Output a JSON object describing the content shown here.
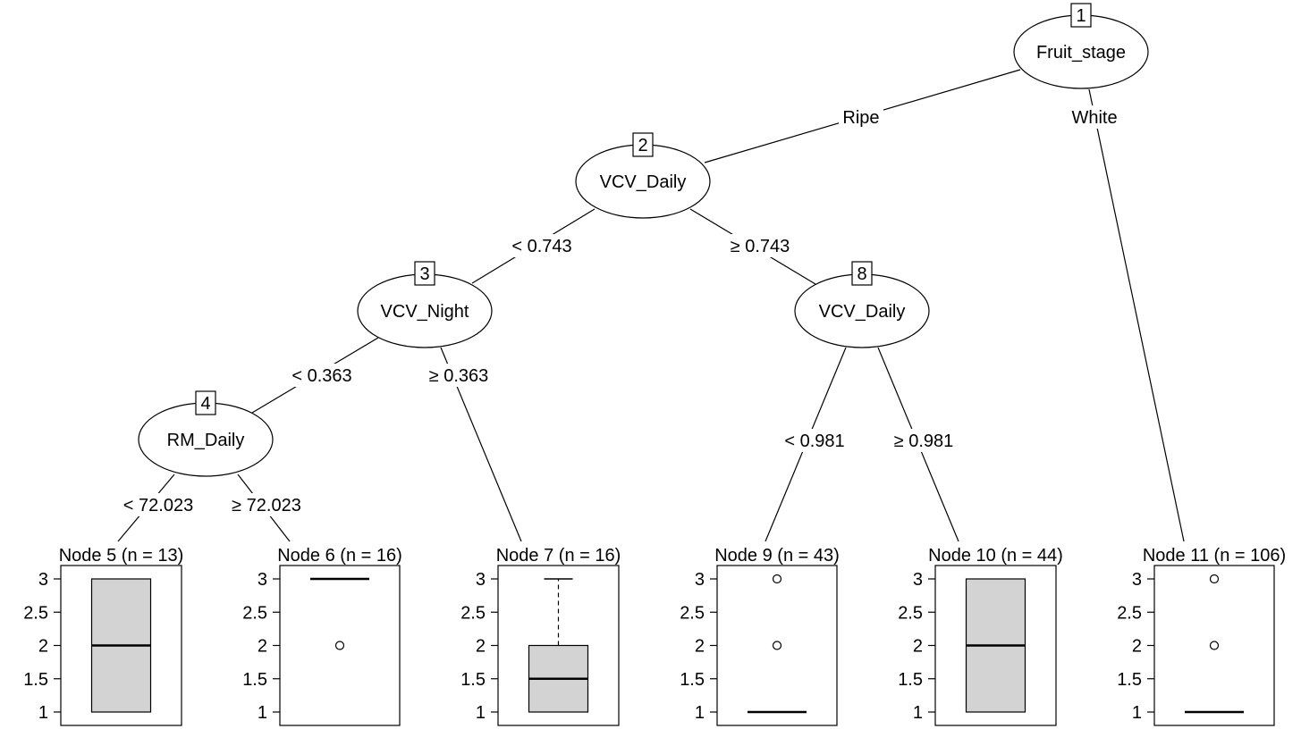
{
  "tree": {
    "inner_nodes": [
      {
        "id": "1",
        "label": "Fruit_stage"
      },
      {
        "id": "2",
        "label": "VCV_Daily"
      },
      {
        "id": "3",
        "label": "VCV_Night"
      },
      {
        "id": "4",
        "label": "RM_Daily"
      },
      {
        "id": "8",
        "label": "VCV_Daily"
      }
    ],
    "edges": [
      {
        "from": "1",
        "to": "2",
        "label": "Ripe"
      },
      {
        "from": "1",
        "to": "11",
        "label": "White"
      },
      {
        "from": "2",
        "to": "3",
        "label": "< 0.743"
      },
      {
        "from": "2",
        "to": "8",
        "label": "≥ 0.743"
      },
      {
        "from": "3",
        "to": "4",
        "label": "< 0.363"
      },
      {
        "from": "3",
        "to": "7",
        "label": "≥ 0.363"
      },
      {
        "from": "4",
        "to": "5",
        "label": "< 72.023"
      },
      {
        "from": "4",
        "to": "6",
        "label": "≥ 72.023"
      },
      {
        "from": "8",
        "to": "9",
        "label": "< 0.981"
      },
      {
        "from": "8",
        "to": "10",
        "label": "≥ 0.981"
      }
    ],
    "y_axis": {
      "min": 1,
      "max": 3,
      "ticks": [
        "1",
        "1.5",
        "2",
        "2.5",
        "3"
      ]
    },
    "terminal_nodes": [
      {
        "id": "5",
        "title": "Node 5 (n = 13)",
        "box": {
          "q1": 1,
          "median": 2,
          "q3": 3,
          "whisker_low": 1,
          "whisker_high": 3
        },
        "outliers": []
      },
      {
        "id": "6",
        "title": "Node 6 (n = 16)",
        "box": {
          "q1": 3,
          "median": 3,
          "q3": 3,
          "whisker_low": 3,
          "whisker_high": 3
        },
        "outliers": [
          2
        ]
      },
      {
        "id": "7",
        "title": "Node 7 (n = 16)",
        "box": {
          "q1": 1,
          "median": 1.5,
          "q3": 2,
          "whisker_low": 1,
          "whisker_high": 3
        },
        "outliers": []
      },
      {
        "id": "9",
        "title": "Node 9 (n = 43)",
        "box": {
          "q1": 1,
          "median": 1,
          "q3": 1,
          "whisker_low": 1,
          "whisker_high": 1
        },
        "outliers": [
          2,
          3
        ]
      },
      {
        "id": "10",
        "title": "Node 10 (n = 44)",
        "box": {
          "q1": 1,
          "median": 2,
          "q3": 3,
          "whisker_low": 1,
          "whisker_high": 3
        },
        "outliers": []
      },
      {
        "id": "11",
        "title": "Node 11 (n = 106)",
        "box": {
          "q1": 1,
          "median": 1,
          "q3": 1,
          "whisker_low": 1,
          "whisker_high": 1
        },
        "outliers": [
          2,
          3
        ]
      }
    ]
  }
}
